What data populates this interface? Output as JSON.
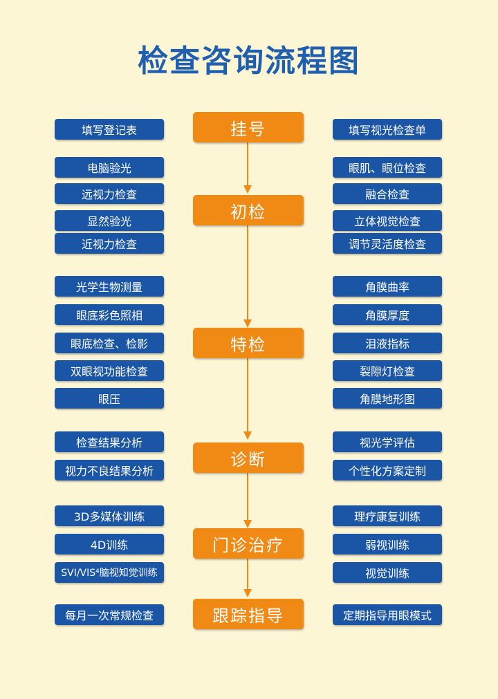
{
  "title": "检查咨询流程图",
  "steps": [
    "挂号",
    "初检",
    "特检",
    "诊断",
    "门诊治疗",
    "跟踪指导"
  ],
  "left": {
    "s1": [
      "填写登记表"
    ],
    "s2": [
      "电脑验光",
      "远视力检查",
      "显然验光",
      "近视力检查"
    ],
    "s3": [
      "光学生物测量",
      "眼底彩色照相",
      "眼底检查、检影",
      "双眼视功能检查",
      "眼压"
    ],
    "s4": [
      "检查结果分析",
      "视力不良结果分析"
    ],
    "s5": [
      "3D多媒体训练",
      "4D训练",
      "SVI/VIS⁴脑视知觉训练"
    ],
    "s6": [
      "每月一次常规检查"
    ]
  },
  "right": {
    "s1": [
      "填写视光检查单"
    ],
    "s2": [
      "眼肌、眼位检查",
      "融合检查",
      "立体视觉检查",
      "调节灵活度检查"
    ],
    "s3": [
      "角膜曲率",
      "角膜厚度",
      "泪液指标",
      "裂隙灯检查",
      "角膜地形图"
    ],
    "s4": [
      "视光学评估",
      "个性化方案定制"
    ],
    "s5": [
      "理疗康复训练",
      "弱视训练",
      "视觉训练"
    ],
    "s6": [
      "定期指导用眼模式"
    ]
  }
}
